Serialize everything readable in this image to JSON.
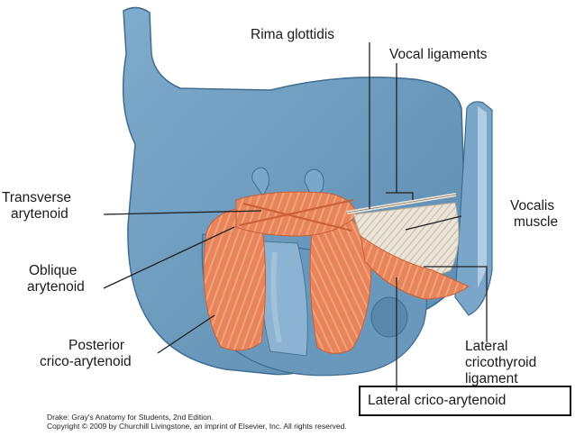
{
  "labels": {
    "rima_glottidis": "Rima glottidis",
    "vocal_ligaments": "Vocal ligaments",
    "transverse_arytenoid_1": "Transverse",
    "transverse_arytenoid_2": "arytenoid",
    "vocalis_muscle_1": "Vocalis",
    "vocalis_muscle_2": "muscle",
    "oblique_arytenoid_1": "Oblique",
    "oblique_arytenoid_2": "arytenoid",
    "posterior_crico_arytenoid_1": "Posterior",
    "posterior_crico_arytenoid_2": "crico-arytenoid",
    "lateral_cricothyroid_ligament_1": "Lateral",
    "lateral_cricothyroid_ligament_2": "cricothyroid",
    "lateral_cricothyroid_ligament_3": "ligament",
    "lateral_crico_arytenoid": "Lateral crico-arytenoid"
  },
  "credit": {
    "line1": "Drake: Gray's Anatomy for Students, 2nd Edition.",
    "line2": "Copyright © 2009 by Churchill Livingstone, an imprint of Elsevier, Inc. All rights reserved."
  },
  "colors": {
    "cartilage": "#6f9cbf",
    "cartilage_dark": "#4d7ea3",
    "muscle": "#e8885e",
    "muscle_stripe": "#f3b08c",
    "ligament": "#e9e2d6"
  }
}
